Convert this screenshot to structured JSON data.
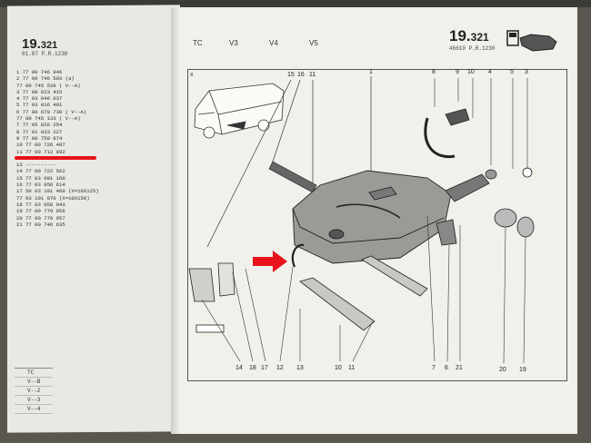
{
  "left_page": {
    "ref_main": "19.",
    "ref_small": "321",
    "sub": "01.87  P.R.1230",
    "parts": [
      " 1 77 00 746 946",
      " 2 77 00 746 503  (a)",
      "   77 00 745 539  (  V--A)",
      " 3 77 00 623 415",
      " 4 77 03 046 037",
      " 5 77 03 016 401",
      " 6 77 00 670 730  (  V--A)",
      "   77 00 745 133  (  V--A)",
      " 7 77 05 026 254",
      " 8 77 01 033 227",
      " 9 77 00 759 874",
      "10 77 00 726 487",
      "11 77 00 712 892",
      "12 77 00 696 489",
      "13 ----------",
      "14 77 00 722 562",
      "15 77 03 001 160",
      "16 77 03 056 614",
      "17 50 03 101 460  (X=10X125)",
      "   77 03 101 070  (X=10X150)",
      "18 77 03 058 043",
      "19 77 00 779 956",
      "20 77 00 779 957",
      "21 77 00 746 635"
    ],
    "variants": [
      "TC",
      "V--B",
      "V--2",
      "V--3",
      "V--4"
    ]
  },
  "right_page": {
    "ref_main": "19.",
    "ref_small": "321",
    "sub": "46610  P.R.1230",
    "columns": [
      "TC",
      "V3",
      "V4",
      "V5"
    ],
    "x_mark": "x",
    "callouts_top": [
      "15",
      "16",
      "11",
      "1",
      "8",
      "9",
      "10",
      "4",
      "5",
      "3"
    ],
    "callouts_bottom": [
      "14",
      "18",
      "17",
      "12",
      "13",
      "10",
      "11",
      "7",
      "6",
      "21",
      "20",
      "19"
    ]
  },
  "colors": {
    "highlight": "#e8131b",
    "ink": "#2a2a2a",
    "paper": "#f1f0eb"
  }
}
